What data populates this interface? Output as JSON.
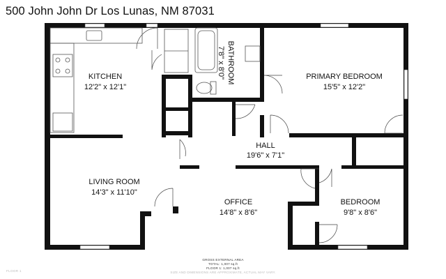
{
  "address": "500 John John Dr Los Lunas, NM 87031",
  "rooms": {
    "kitchen": {
      "name": "KITCHEN",
      "dims": "12'2\" x 12'1\""
    },
    "bathroom": {
      "name": "BATHROOM",
      "dims": "7'8\" x 8'0\""
    },
    "primary_bedroom": {
      "name": "PRIMARY BEDROOM",
      "dims": "15'5\" x 12'2\""
    },
    "hall": {
      "name": "HALL",
      "dims": "19'6\" x 7'1\""
    },
    "living_room": {
      "name": "LIVING ROOM",
      "dims": "14'3\" x 11'10\""
    },
    "office": {
      "name": "OFFICE",
      "dims": "14'8\" x 8'6\""
    },
    "bedroom": {
      "name": "BEDROOM",
      "dims": "9'8\" x 8'6\""
    }
  },
  "footer": {
    "gross_area": "GROSS EXTERNAL AREA",
    "total": "TOTAL: 1,007 sq.ft",
    "floor_area": "FLOOR 1: 1,007 sq.ft",
    "disclaimer": "SIZE AND DIMENSIONS ARE APPROXIMATE, ACTUAL MAY VARY.",
    "floor_label": "FLOOR 1"
  }
}
